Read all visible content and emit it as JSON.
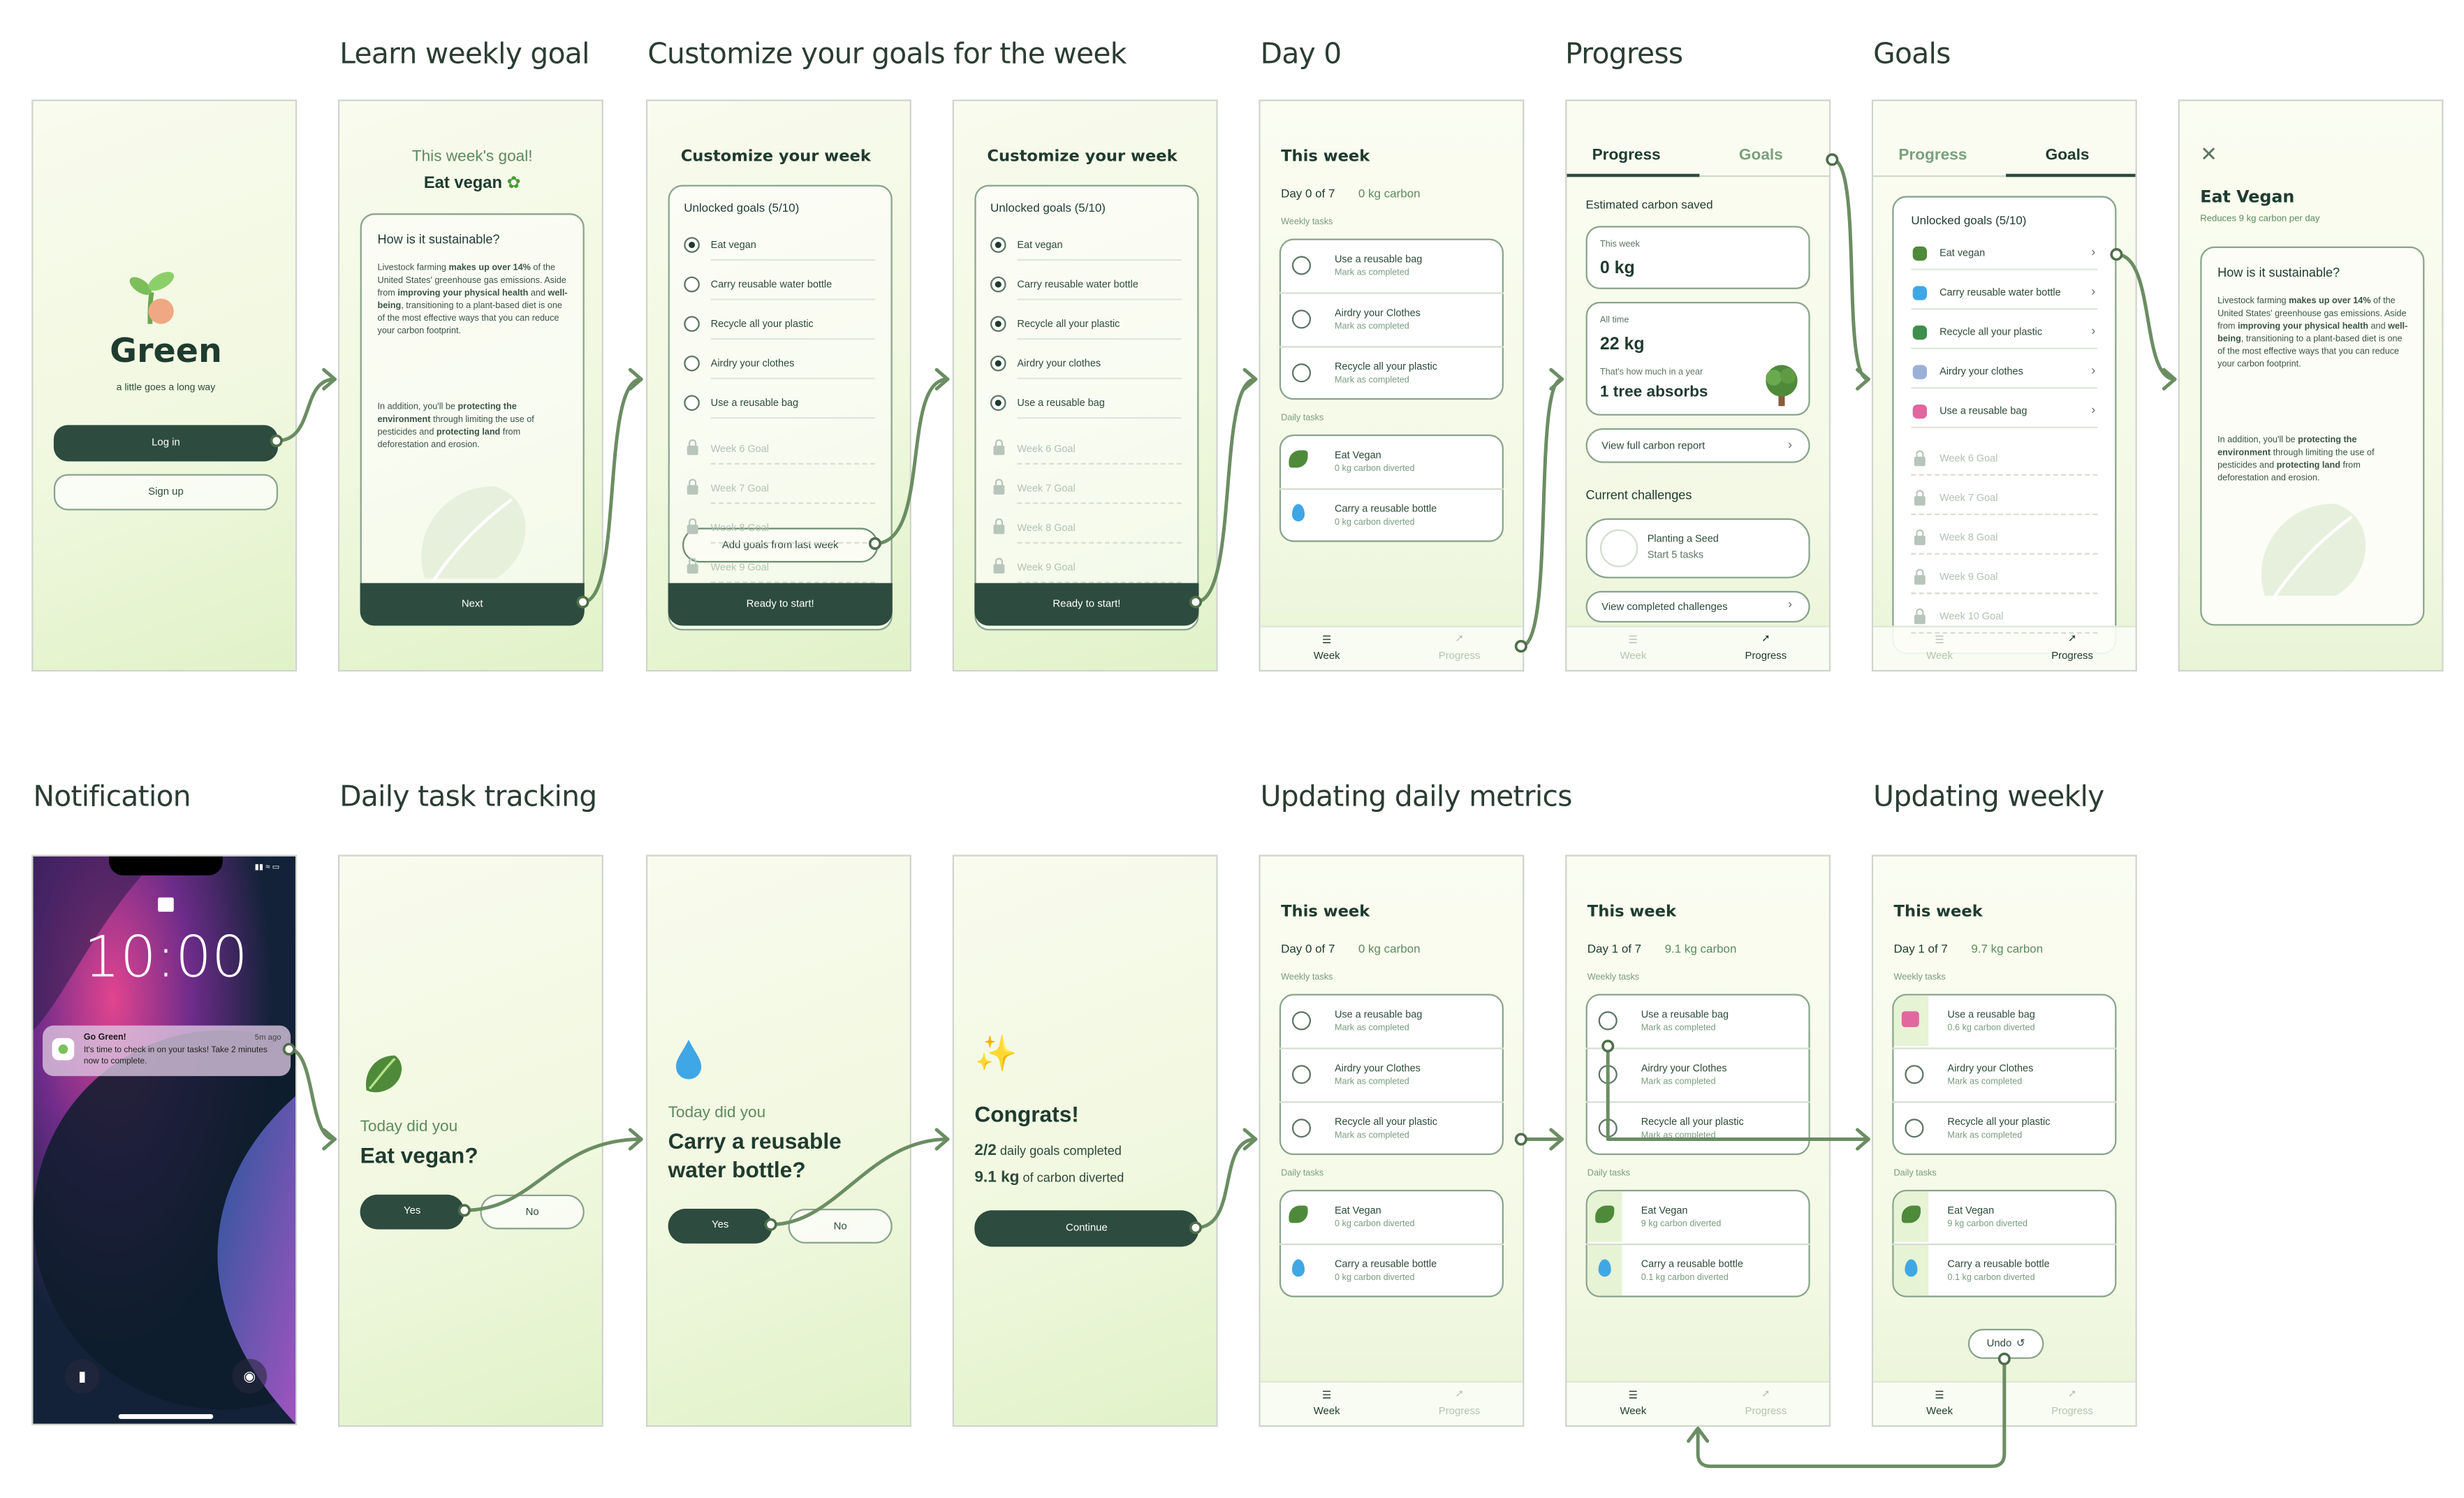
{
  "section_titles": {
    "learn": "Learn weekly goal",
    "customize": "Customize your goals for the week",
    "day0": "Day 0",
    "progress": "Progress",
    "goals": "Goals",
    "notification": "Notification",
    "daily_tracking": "Daily task tracking",
    "updating_daily": "Updating daily metrics",
    "updating_weekly": "Updating weekly"
  },
  "login": {
    "app_name": "Green",
    "tagline": "a little goes a long way",
    "login": "Log in",
    "signup": "Sign up"
  },
  "goal": {
    "heading": "This week's goal!",
    "goal": "Eat vegan",
    "q": "How is it sustainable?",
    "p1a": "Livestock farming ",
    "p1b": "makes up over 14%",
    "p1c": " of the United States' greenhouse gas emissions. Aside from ",
    "p1d": "improving your physical health",
    "p1e": " and ",
    "p1f": "well-being",
    "p1g": ", transitioning to a plant-based diet is one of the most effective ways that you can reduce your carbon footprint.",
    "p2a": "In addition, you'll be ",
    "p2b": "protecting the environment",
    "p2c": " through limiting the use of pesticides and ",
    "p2d": "protecting land",
    "p2e": " from deforestation and erosion.",
    "next": "Next"
  },
  "customize": {
    "title": "Customize your week",
    "unlocked": "Unlocked goals (5/10)",
    "items": [
      "Eat vegan",
      "Carry reusable water bottle",
      "Recycle all your plastic",
      "Airdry your clothes",
      "Use a reusable bag"
    ],
    "locked": [
      "Week 6 Goal",
      "Week 7 Goal",
      "Week 8 Goal",
      "Week 9 Goal"
    ],
    "add_last": "Add goals from last week",
    "ready": "Ready to start!"
  },
  "week": {
    "title": "This week",
    "day_label": "Day 0 of 7",
    "carbon": "0 kg carbon",
    "weekly_tasks": "Weekly tasks",
    "daily_tasks": "Daily tasks",
    "weekly": [
      {
        "name": "Use a reusable bag",
        "sub": "Mark as completed"
      },
      {
        "name": "Airdry your Clothes",
        "sub": "Mark as completed"
      },
      {
        "name": "Recycle all your plastic",
        "sub": "Mark as completed"
      }
    ],
    "daily": [
      {
        "name": "Eat Vegan",
        "sub": "0 kg carbon diverted"
      },
      {
        "name": "Carry a reusable bottle",
        "sub": "0 kg carbon diverted"
      }
    ],
    "tab_week": "Week",
    "tab_progress": "Progress"
  },
  "progress": {
    "tab_progress": "Progress",
    "tab_goals": "Goals",
    "estimated": "Estimated carbon saved",
    "this_week": "This week",
    "this_week_val": "0 kg",
    "all_time": "All time",
    "all_time_val": "22 kg",
    "tree_q": "That's how much in a year",
    "tree_val": "1 tree absorbs",
    "full_report": "View full carbon report",
    "challenges": "Current challenges",
    "challenge_name": "Planting a Seed",
    "challenge_sub": "Start 5 tasks",
    "completed": "View completed challenges"
  },
  "goals_screen": {
    "unlocked": "Unlocked goals (5/10)",
    "items": [
      "Eat vegan",
      "Carry reusable water bottle",
      "Recycle all your plastic",
      "Airdry your clothes",
      "Use a reusable bag"
    ],
    "locked": [
      "Week 6 Goal",
      "Week 7 Goal",
      "Week 8 Goal",
      "Week 9 Goal",
      "Week 10 Goal"
    ]
  },
  "detail": {
    "title": "Eat Vegan",
    "sub": "Reduces 9 kg carbon per day",
    "q": "How is it sustainable?"
  },
  "notification": {
    "time": "10:00",
    "app": "Go Green!",
    "ago": "5m ago",
    "body": "It's time to check in on your tasks! Take 2 minutes now to complete."
  },
  "track1": {
    "pre": "Today did you",
    "q": "Eat vegan?",
    "yes": "Yes",
    "no": "No"
  },
  "track2": {
    "pre": "Today did you",
    "q1": "Carry a reusable",
    "q2": "water bottle?",
    "yes": "Yes",
    "no": "No"
  },
  "congrats": {
    "title": "Congrats!",
    "goals_val": "2/2",
    "goals_txt": "daily goals completed",
    "carbon_val": "9.1 kg",
    "carbon_txt": "of carbon diverted",
    "continue": "Continue"
  },
  "update2": {
    "day_label": "Day 1 of 7",
    "carbon": "9.1 kg carbon",
    "daily": [
      {
        "name": "Eat Vegan",
        "sub": "9 kg carbon diverted"
      },
      {
        "name": "Carry a reusable bottle",
        "sub": "0.1 kg carbon diverted"
      }
    ]
  },
  "update3": {
    "day_label": "Day 1 of 7",
    "carbon": "9.7 kg carbon",
    "bag_sub": "0.6 kg carbon diverted",
    "undo": "Undo"
  }
}
